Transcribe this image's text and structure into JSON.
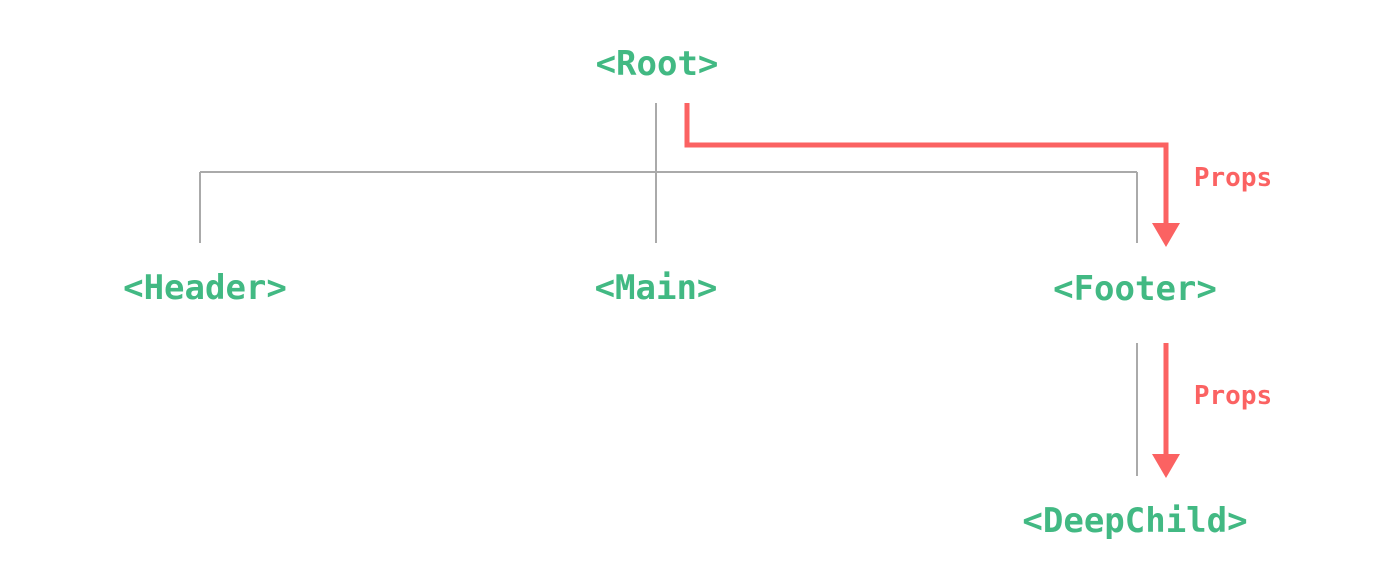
{
  "diagram": {
    "type": "component-tree-props-flow",
    "colors": {
      "background": "#ffffff",
      "node_green": "#42b983",
      "arrow_red": "#fb6262",
      "line_gray": "#aaaaaa"
    },
    "nodes": {
      "root": {
        "label": "<Root>"
      },
      "header": {
        "label": "<Header>"
      },
      "main": {
        "label": "<Main>"
      },
      "footer": {
        "label": "<Footer>"
      },
      "deepchild": {
        "label": "<DeepChild>"
      }
    },
    "edges": [
      {
        "from": "<Root>",
        "to": "<Header>",
        "kind": "tree"
      },
      {
        "from": "<Root>",
        "to": "<Main>",
        "kind": "tree"
      },
      {
        "from": "<Root>",
        "to": "<Footer>",
        "kind": "tree"
      },
      {
        "from": "<Footer>",
        "to": "<DeepChild>",
        "kind": "tree"
      },
      {
        "from": "<Root>",
        "to": "<Footer>",
        "kind": "props-arrow",
        "label": "Props"
      },
      {
        "from": "<Footer>",
        "to": "<DeepChild>",
        "kind": "props-arrow",
        "label": "Props"
      }
    ]
  }
}
